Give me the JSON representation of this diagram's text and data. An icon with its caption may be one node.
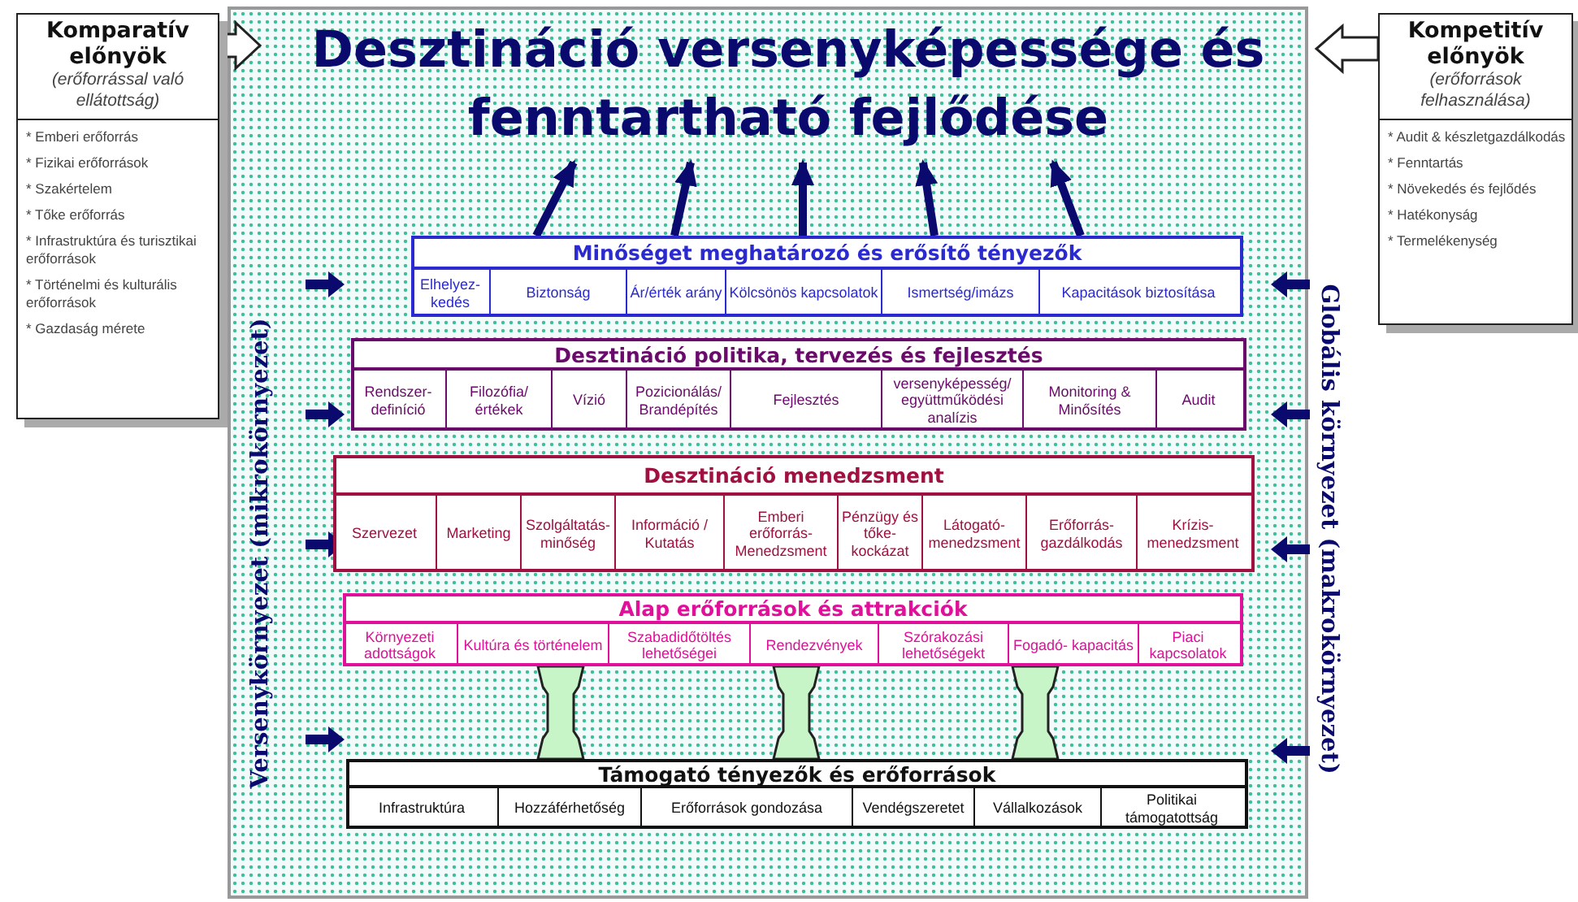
{
  "diagram": {
    "nodes": [
      {
        "text": [
          "Desztináció versenyképessége és fenntartható fejlődése"
        ]
      },
      {
        "text": [
          "Komparatív előnyök",
          "(erőforrással való ellátottság)",
          "* Emberi erőforrás",
          "* Fizikai erőforrások",
          "* Szakértelem",
          "* Tőke erőforrás",
          "* Infrastruktúra és turisztikai erőforrások",
          "* Történelmi és kulturális erőforrások",
          "* Gazdaság mérete"
        ]
      },
      {
        "text": [
          "Kompetitív előnyök",
          "(erőforrások felhasználása)",
          "* Audit & készletgazdálkodás",
          "* Fenntartás",
          "* Növekedés és fejlődés",
          "* Hatékonyság",
          "* Termelékenység"
        ]
      },
      {
        "text": [
          "Minőséget meghatározó és erősítő tényezők"
        ]
      },
      {
        "text": [
          "Elhelyez- kedés"
        ],
        "in": 3
      },
      {
        "text": [
          "Biztonság"
        ],
        "in": 3
      },
      {
        "text": [
          "Ár/érték arány"
        ],
        "in": 3
      },
      {
        "text": [
          "Kölcsönös kapcsolatok"
        ],
        "in": 3
      },
      {
        "text": [
          "Ismertség/imázs"
        ],
        "in": 3
      },
      {
        "text": [
          "Kapacitások biztosítása"
        ],
        "in": 3
      },
      {
        "text": [
          "Desztináció politika, tervezés és fejlesztés"
        ]
      },
      {
        "text": [
          "Rendszer- definíció"
        ],
        "in": 10
      },
      {
        "text": [
          "Filozófia/ értékek"
        ],
        "in": 10
      },
      {
        "text": [
          "Vízió"
        ],
        "in": 10
      },
      {
        "text": [
          "Pozicionálás/ Brandépítés"
        ],
        "in": 10
      },
      {
        "text": [
          "Fejlesztés"
        ],
        "in": 10
      },
      {
        "text": [
          "versenyképesség/ együttműködési analízis"
        ],
        "in": 10
      },
      {
        "text": [
          "Monitoring & Minősítés"
        ],
        "in": 10
      },
      {
        "text": [
          "Audit"
        ],
        "in": 10
      },
      {
        "text": [
          "Desztináció menedzsment"
        ]
      },
      {
        "text": [
          "Szervezet"
        ],
        "in": 19
      },
      {
        "text": [
          "Marketing"
        ],
        "in": 19
      },
      {
        "text": [
          "Szolgáltatás- minőség"
        ],
        "in": 19
      },
      {
        "text": [
          "Információ / Kutatás"
        ],
        "in": 19
      },
      {
        "text": [
          "Emberi erőforrás- Menedzsment"
        ],
        "in": 19
      },
      {
        "text": [
          "Pénzügy és tőke- kockázat"
        ],
        "in": 19
      },
      {
        "text": [
          "Látogató- menedzsment"
        ],
        "in": 19
      },
      {
        "text": [
          "Erőforrás- gazdálkodás"
        ],
        "in": 19
      },
      {
        "text": [
          "Krízis- menedzsment"
        ],
        "in": 19
      },
      {
        "text": [
          "Alap erőforrások és attrakciók"
        ]
      },
      {
        "text": [
          "Környezeti adottságok"
        ],
        "in": 29
      },
      {
        "text": [
          "Kultúra és történelem"
        ],
        "in": 29
      },
      {
        "text": [
          "Szabadidőtöltés lehetőségei"
        ],
        "in": 29
      },
      {
        "text": [
          "Rendezvények"
        ],
        "in": 29
      },
      {
        "text": [
          "Szórakozási lehetőségekt"
        ],
        "in": 29
      },
      {
        "text": [
          "Fogadó- kapacitás"
        ],
        "in": 29
      },
      {
        "text": [
          "Piaci kapcsolatok"
        ],
        "in": 29
      },
      {
        "text": [
          "Támogató tényezők és erőforrások"
        ]
      },
      {
        "text": [
          "Infrastruktúra"
        ],
        "in": 37
      },
      {
        "text": [
          "Hozzáférhetőség"
        ],
        "in": 37
      },
      {
        "text": [
          "Erőforrások gondozása"
        ],
        "in": 37
      },
      {
        "text": [
          "Vendégszeretet"
        ],
        "in": 37
      },
      {
        "text": [
          "Vállalkozások"
        ],
        "in": 37
      },
      {
        "text": [
          "Politikai támogatottság"
        ],
        "in": 37
      }
    ],
    "edges": [
      {
        "from": 1,
        "to": 0,
        "arrow": "to",
        "style": "thick"
      },
      {
        "from": 2,
        "to": 0,
        "arrow": "to",
        "style": "thick"
      },
      {
        "from": 3,
        "to": 0,
        "arrow": "to"
      },
      {
        "from": 3,
        "to": 0,
        "arrow": "to"
      },
      {
        "from": 3,
        "to": 0,
        "arrow": "to"
      },
      {
        "from": 3,
        "to": 0,
        "arrow": "to"
      },
      {
        "from": 3,
        "to": 0,
        "arrow": "to"
      },
      {
        "from": 37,
        "to": 29,
        "arrow": "none",
        "style": "thick",
        "color": "#c8f5c8"
      },
      {
        "from": 37,
        "to": 29,
        "arrow": "none",
        "style": "thick",
        "color": "#c8f5c8"
      },
      {
        "from": 37,
        "to": 29,
        "arrow": "none",
        "style": "thick",
        "color": "#c8f5c8"
      }
    ],
    "labels": [
      "Versenykörnyezet (mikrokörnyezet)",
      "Globális környezet (makrokörnyezet)"
    ]
  }
}
